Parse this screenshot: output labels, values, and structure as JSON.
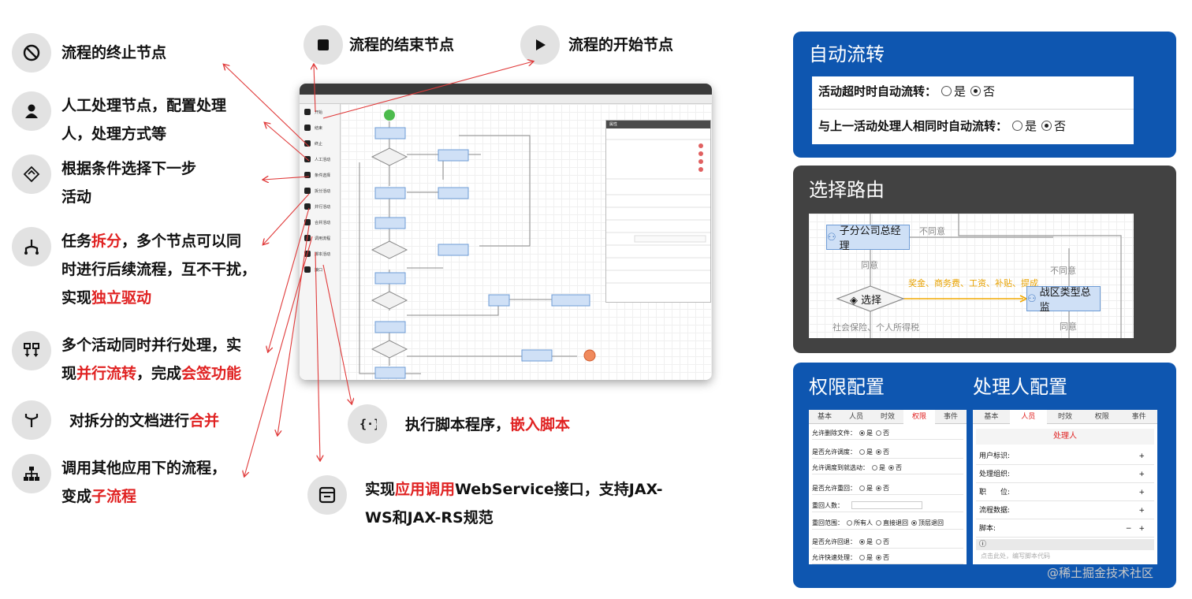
{
  "features_left": [
    {
      "icon": "prohibition-icon",
      "parts": [
        {
          "t": "流程的终止节点"
        }
      ]
    },
    {
      "icon": "person-icon",
      "parts": [
        {
          "t": "人工处理节点，配置处理"
        }
      ],
      "line2": [
        {
          "t": "人，处理方式等"
        }
      ]
    },
    {
      "icon": "route-diamond-icon",
      "parts": [
        {
          "t": "根据条件选择下一步"
        }
      ],
      "line2": [
        {
          "t": "活动"
        }
      ]
    },
    {
      "icon": "split-icon",
      "parts": [
        {
          "t": "任务"
        },
        {
          "t": "拆分",
          "red": true
        },
        {
          "t": "，多个节点可以同"
        }
      ],
      "line2": [
        {
          "t": "时进行后续流程，互不干扰，"
        }
      ],
      "line3": [
        {
          "t": "实现"
        },
        {
          "t": "独立驱动",
          "red": true
        }
      ]
    },
    {
      "icon": "parallel-icon",
      "parts": [
        {
          "t": "多个活动同时并行处理，实"
        }
      ],
      "line2": [
        {
          "t": "现"
        },
        {
          "t": "并行流转",
          "red": true
        },
        {
          "t": "，完成"
        },
        {
          "t": "会签功能",
          "red": true
        }
      ]
    },
    {
      "icon": "merge-icon",
      "parts": [
        {
          "t": "对拆分的文档进行"
        },
        {
          "t": "合并",
          "red": true
        }
      ]
    },
    {
      "icon": "subprocess-icon",
      "parts": [
        {
          "t": "调用其他应用下的流程，"
        }
      ],
      "line2": [
        {
          "t": "变成"
        },
        {
          "t": "子流程",
          "red": true
        }
      ]
    }
  ],
  "features_top": {
    "end_node": "流程的结束节点",
    "start_node": "流程的开始节点"
  },
  "features_bottom": {
    "script": [
      {
        "t": "执行脚本程序，"
      },
      {
        "t": "嵌入脚本",
        "red": true
      }
    ],
    "webservice_line1": [
      {
        "t": "实现"
      },
      {
        "t": "应用调用",
        "red": true
      },
      {
        "t": "WebService接口，支持JAX-"
      }
    ],
    "webservice_line2": [
      {
        "t": "WS和JAX-RS规范"
      }
    ]
  },
  "mockup": {
    "sidebar": [
      "开始",
      "结束",
      "终止",
      "人工活动",
      "条件选择",
      "拆分活动",
      "并行活动",
      "合并活动",
      "调用流程",
      "脚本活动",
      "接口"
    ],
    "props_title": "属性"
  },
  "panels": {
    "auto_flow": {
      "title": "自动流转",
      "row1_label": "活动超时时自动流转：",
      "row2_label": "与上一活动处理人相同时自动流转：",
      "yes": "是",
      "no": "否",
      "row1_selected": "否",
      "row2_selected": "否"
    },
    "routing": {
      "title": "选择路由",
      "node_top": "子分公司总经理",
      "label_disagree_top": "不同意",
      "label_agree": "同意",
      "decision": "选择",
      "conditions": "奖金、商务费、工资、补贴、提成",
      "node_right": "战区类型总监",
      "label_disagree_right": "不同意",
      "label_agree_right": "同意",
      "label_bottom": "社会保险、个人所得税"
    },
    "permission": {
      "title": "权限配置",
      "tabs": [
        "基本",
        "人员",
        "时效",
        "权限",
        "事件"
      ],
      "rows": [
        {
          "label": "允许删除文件：",
          "opts": [
            "是",
            "否"
          ],
          "sel": 0
        },
        {
          "label": "是否允许调度：",
          "opts": [
            "是",
            "否"
          ],
          "sel": 1
        },
        {
          "label": "允许调度到就选动：",
          "opts": [
            "是",
            "否"
          ],
          "sel": 1
        },
        {
          "label": "是否允许重回：",
          "opts": [
            "是",
            "否"
          ],
          "sel": 1
        },
        {
          "label": "重回人数：",
          "opts": [],
          "sel": -1
        },
        {
          "label": "重回范围：",
          "opts": [
            "所有人",
            "直接退回",
            "顶层退回"
          ],
          "sel": 2
        },
        {
          "label": "是否允许回退：",
          "opts": [
            "是",
            "否"
          ],
          "sel": 0
        },
        {
          "label": "允许快速处理：",
          "opts": [
            "是",
            "否"
          ],
          "sel": 1
        }
      ]
    },
    "handler": {
      "title": "处理人配置",
      "tabs": [
        "基本",
        "人员",
        "时效",
        "权限",
        "事件"
      ],
      "header": "处理人",
      "rows": [
        "用户标识:",
        "处理组织:",
        "职　　位:",
        "流程数据:",
        "脚本:"
      ],
      "footer_hint": "点击此处，编写脚本代码"
    }
  },
  "watermark": "@稀土掘金技术社区"
}
